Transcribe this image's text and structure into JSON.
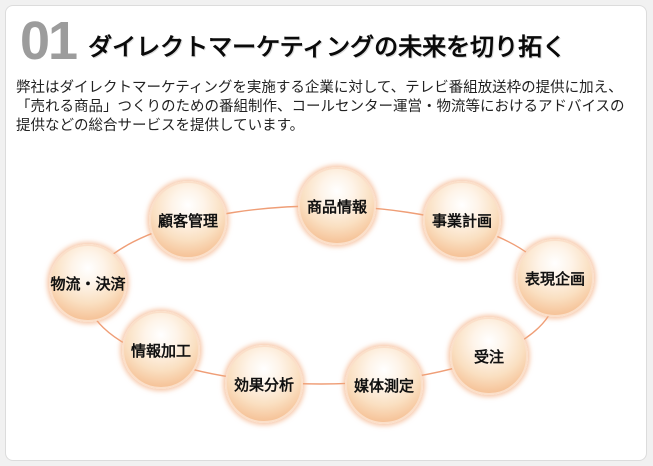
{
  "page": {
    "section_number": "01",
    "title": "ダイレクトマーケティングの未来を切り拓く",
    "paragraph_lines": [
      "弊社はダイレクトマーケティングを実施する企業に対して、テレビ番組放送枠の提供に加え、",
      "「売れる商品」つくりのための番組制作、コールセンター運営・物流等におけるアドバイスの",
      "提供などの総合サービスを提供しています。"
    ]
  },
  "colors": {
    "page_background": "#f1f1f1",
    "card_border": "#dcdcdc",
    "section_number_gray": "#9c9c9c",
    "node_peach_edge": "#f2ab7c",
    "node_ring": "#fbdfc9",
    "ellipse_line": "#ef9e77",
    "label_text": "#111111"
  },
  "diagram": {
    "type": "cycle-diagram",
    "nodes": [
      {
        "label": "商品情報"
      },
      {
        "label": "事業計画"
      },
      {
        "label": "表現企画"
      },
      {
        "label": "受注"
      },
      {
        "label": "媒体測定"
      },
      {
        "label": "効果分析"
      },
      {
        "label": "情報加工"
      },
      {
        "label": "物流・決済"
      },
      {
        "label": "顧客管理"
      }
    ]
  }
}
